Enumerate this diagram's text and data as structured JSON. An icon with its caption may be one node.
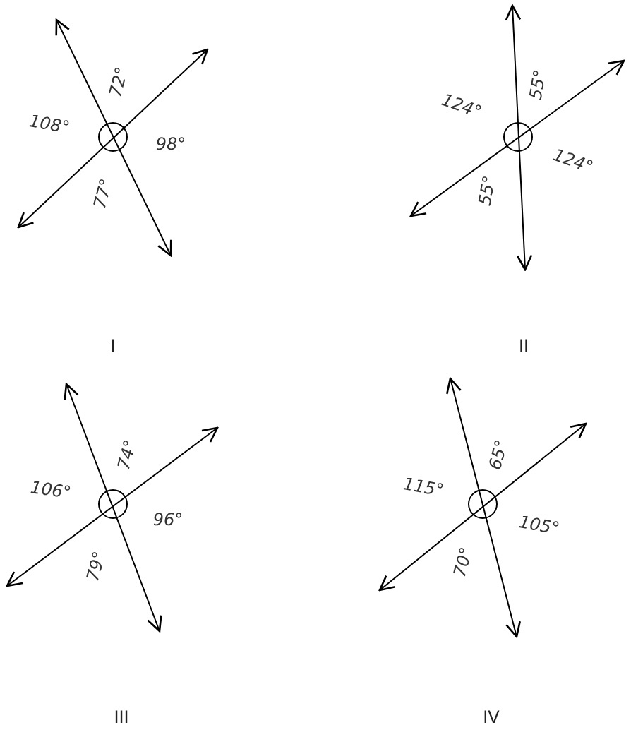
{
  "diagram": {
    "labels": [
      "72°",
      "108°",
      "98°",
      "77°",
      "I",
      "55°",
      "124°",
      "124°",
      "55°",
      "II",
      "74°",
      "106°",
      "96°",
      "79°",
      "III",
      "65°",
      "115°",
      "105°",
      "70°",
      "IV"
    ]
  }
}
